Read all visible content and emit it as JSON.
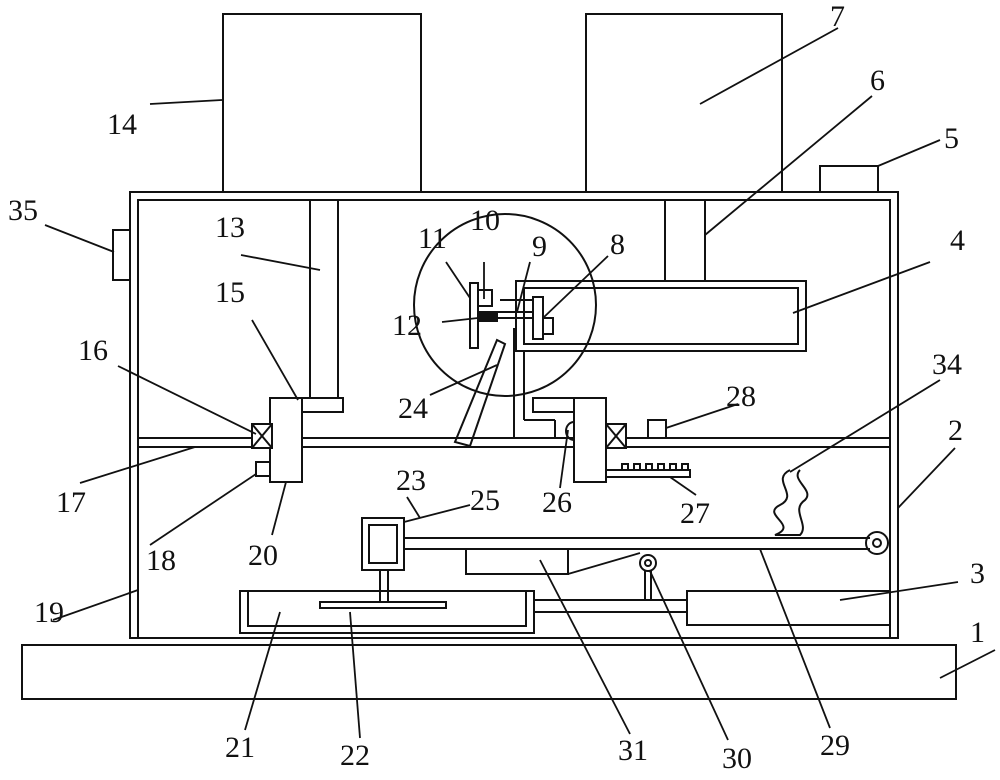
{
  "labels": {
    "l1": "1",
    "l2": "2",
    "l3": "3",
    "l4": "4",
    "l5": "5",
    "l6": "6",
    "l7": "7",
    "l8": "8",
    "l9": "9",
    "l10": "10",
    "l11": "11",
    "l12": "12",
    "l13": "13",
    "l14": "14",
    "l15": "15",
    "l16": "16",
    "l17": "17",
    "l18": "18",
    "l19": "19",
    "l20": "20",
    "l21": "21",
    "l22": "22",
    "l23": "23",
    "l24": "24",
    "l25": "25",
    "l26": "26",
    "l27": "27",
    "l28": "28",
    "l29": "29",
    "l30": "30",
    "l31": "31",
    "l34": "34",
    "l35": "35"
  }
}
